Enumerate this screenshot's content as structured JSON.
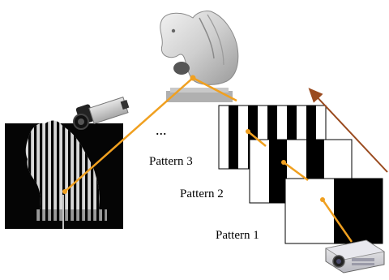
{
  "patterns": [
    {
      "label": "Pattern 3"
    },
    {
      "label": "Pattern 2"
    },
    {
      "label": "Pattern 1"
    }
  ],
  "ellipsis": "...",
  "colors": {
    "ray": "#f0a020",
    "arrow": "#9a4a1e",
    "stripe_dark": "#000000",
    "stripe_light": "#ffffff"
  },
  "icons": [
    "chess-knight-icon",
    "camera-icon",
    "projector-icon",
    "striped-knight-photo"
  ]
}
